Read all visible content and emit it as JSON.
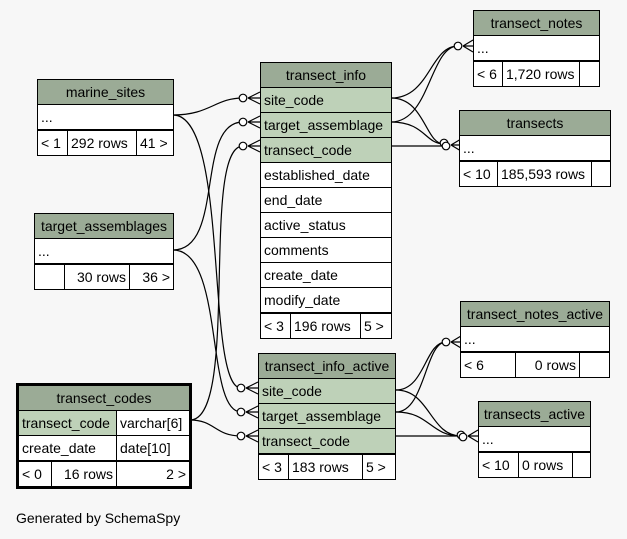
{
  "footer": "Generated by SchemaSpy",
  "colors": {
    "header": "#9bab96",
    "key_row": "#bed1b8",
    "background": "#f7f7f7"
  },
  "tables": {
    "marine_sites": {
      "name": "marine_sites",
      "rows": [
        "..."
      ],
      "parents": "< 1",
      "row_count": "292 rows",
      "children": "41 >"
    },
    "target_assemblages": {
      "name": "target_assemblages",
      "rows": [
        "..."
      ],
      "parents": "",
      "row_count": "30 rows",
      "children": "36 >"
    },
    "transect_codes": {
      "name": "transect_codes",
      "columns": [
        {
          "name": "transect_code",
          "type": "varchar[6]"
        },
        {
          "name": "create_date",
          "type": "date[10]"
        }
      ],
      "parents": "< 0",
      "row_count": "16 rows",
      "children": "2 >"
    },
    "transect_info": {
      "name": "transect_info",
      "key_rows": [
        "site_code",
        "target_assemblage",
        "transect_code"
      ],
      "rows": [
        "established_date",
        "end_date",
        "active_status",
        "comments",
        "create_date",
        "modify_date"
      ],
      "parents": "< 3",
      "row_count": "196 rows",
      "children": "5 >"
    },
    "transect_info_active": {
      "name": "transect_info_active",
      "key_rows": [
        "site_code",
        "target_assemblage",
        "transect_code"
      ],
      "parents": "< 3",
      "row_count": "183 rows",
      "children": "5 >"
    },
    "transect_notes": {
      "name": "transect_notes",
      "rows": [
        "..."
      ],
      "parents": "< 6",
      "row_count": "1,720 rows",
      "children": ""
    },
    "transects": {
      "name": "transects",
      "rows": [
        "..."
      ],
      "parents": "< 10",
      "row_count": "185,593 rows",
      "children": ""
    },
    "transect_notes_active": {
      "name": "transect_notes_active",
      "rows": [
        "..."
      ],
      "parents": "< 6",
      "row_count": "0 rows",
      "children": ""
    },
    "transects_active": {
      "name": "transects_active",
      "rows": [
        "..."
      ],
      "parents": "< 10",
      "row_count": "0 rows",
      "children": ""
    }
  }
}
